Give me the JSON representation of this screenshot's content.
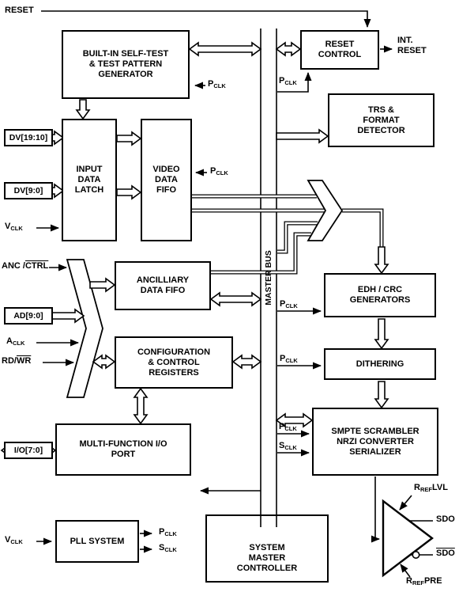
{
  "diagram": {
    "blocks": {
      "bist": [
        "BUILT-IN SELF-TEST",
        "& TEST PATTERN",
        "GENERATOR"
      ],
      "reset_control": [
        "RESET",
        "CONTROL"
      ],
      "trs": [
        "TRS &",
        "FORMAT",
        "DETECTOR"
      ],
      "input_latch": [
        "INPUT",
        "DATA",
        "LATCH"
      ],
      "video_fifo": [
        "VIDEO",
        "DATA",
        "FIFO"
      ],
      "anc_fifo": [
        "ANCILLIARY",
        "DATA FIFO"
      ],
      "edh": [
        "EDH / CRC",
        "GENERATORS"
      ],
      "config": [
        "CONFIGURATION",
        "& CONTROL",
        "REGISTERS"
      ],
      "dithering": [
        "DITHERING"
      ],
      "mfio": [
        "MULTI-FUNCTION I/O",
        "PORT"
      ],
      "smpte": [
        "SMPTE SCRAMBLER",
        "NRZI CONVERTER",
        "SERIALIZER"
      ],
      "pll": [
        "PLL SYSTEM"
      ],
      "smc": [
        "SYSTEM",
        "MASTER",
        "CONTROLLER"
      ]
    },
    "ports": {
      "dv_hi": "DV[19:10]",
      "dv_lo": "DV[9:0]",
      "ad": "AD[9:0]",
      "io": "I/O[7:0]"
    },
    "labels": {
      "reset": "RESET",
      "int_reset_line1": "INT.",
      "int_reset_line2": "RESET",
      "master_bus": "MASTER BUS",
      "pclk": {
        "base": "P",
        "sub": "CLK"
      },
      "sclk": {
        "base": "S",
        "sub": "CLK"
      },
      "vclk": {
        "base": "V",
        "sub": "CLK"
      },
      "aclk": {
        "base": "A",
        "sub": "CLK"
      },
      "anc_ctrl": {
        "pre": "ANC /",
        "overline": "CTRL"
      },
      "rdwr": {
        "pre": "RD/",
        "overline": "WR"
      },
      "sdo": "SDO",
      "sdo_bar": {
        "overline": "SDO"
      },
      "rref_lvl": {
        "base": "R",
        "sub": "REF",
        "suffix": "LVL"
      },
      "rref_pre": {
        "base": "R",
        "sub": "REF",
        "suffix": "PRE"
      }
    },
    "colors": {
      "line": "#000000",
      "background": "#ffffff"
    }
  }
}
